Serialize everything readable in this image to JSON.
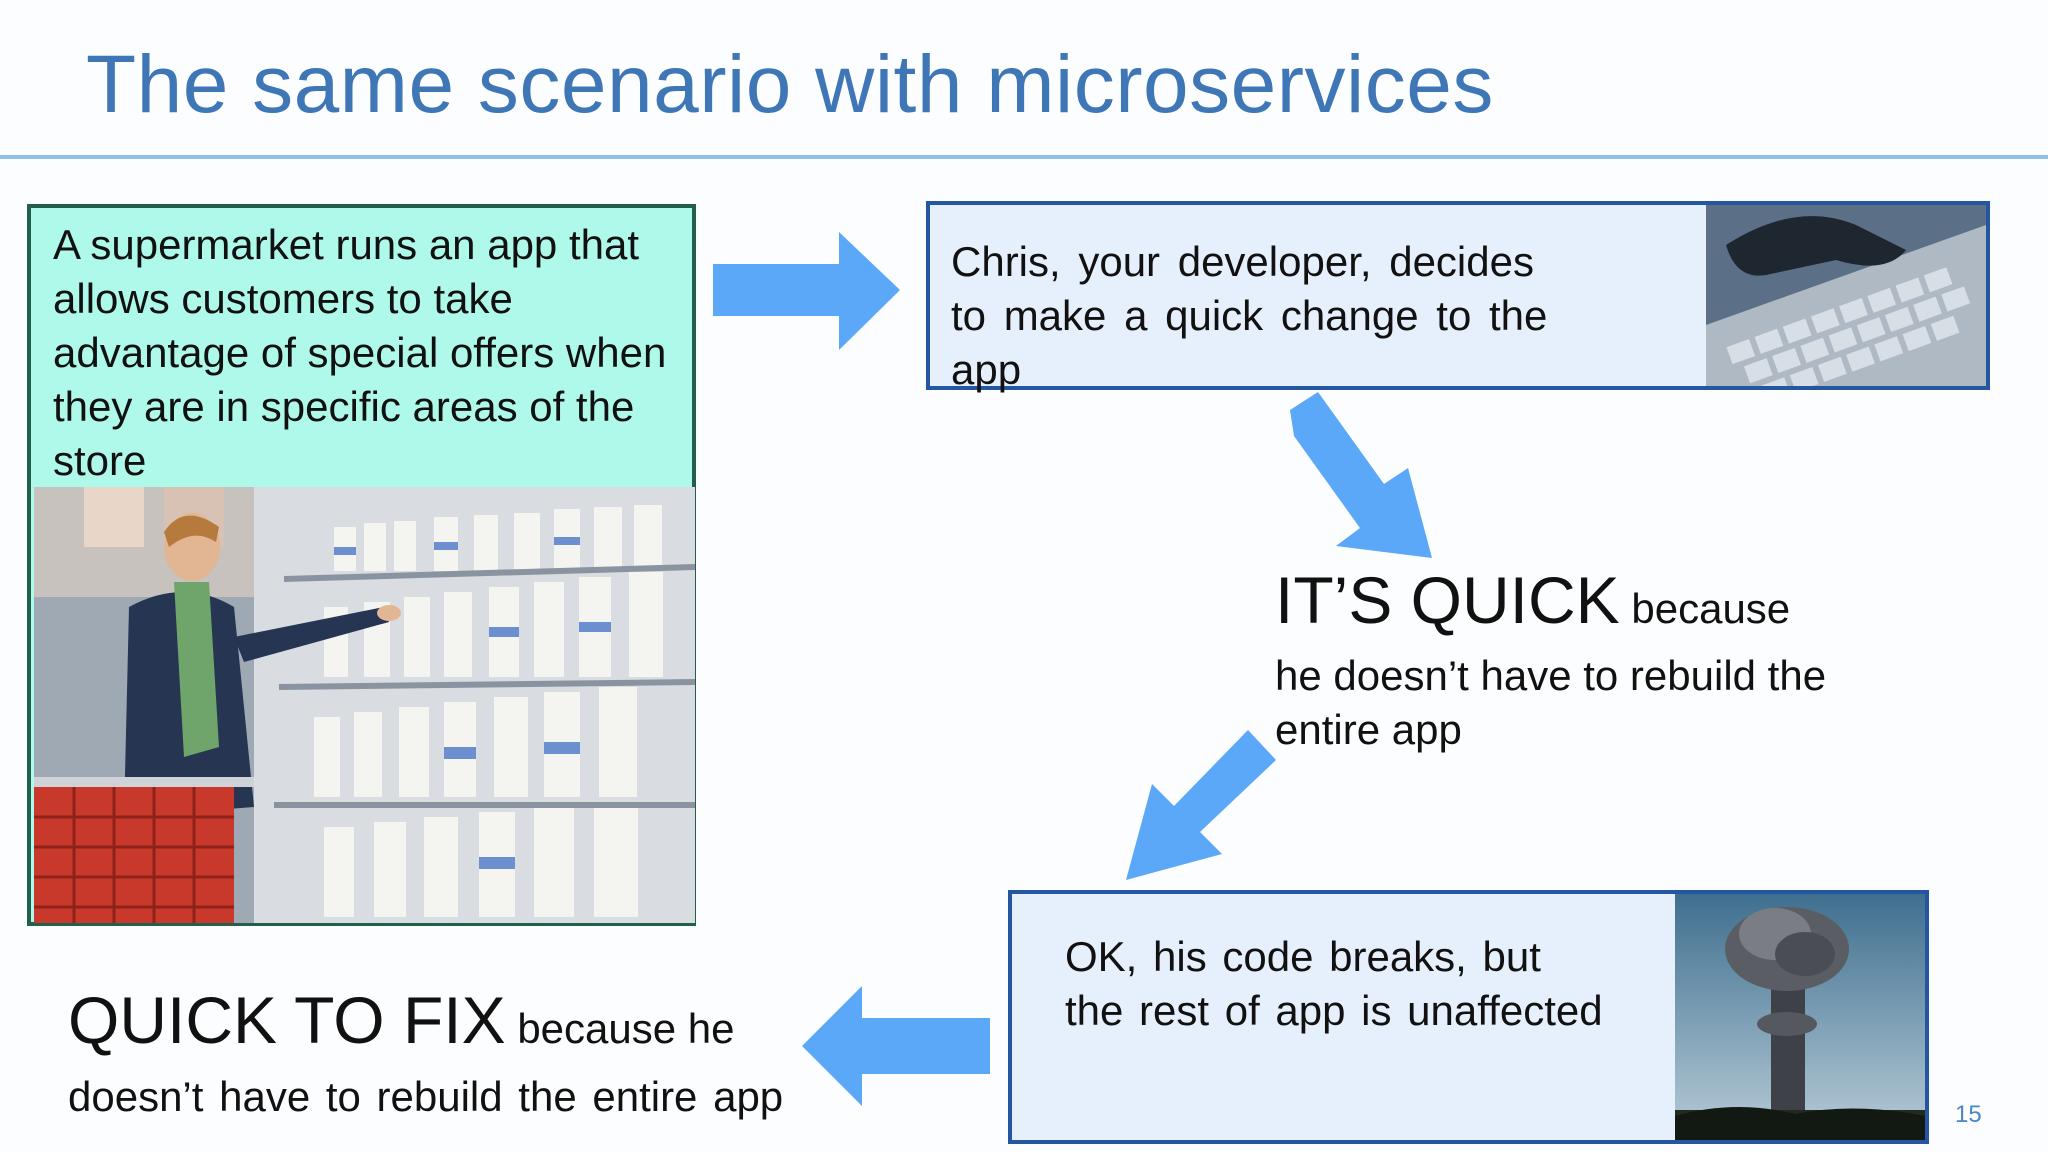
{
  "slide": {
    "title": "The same scenario with microservices",
    "page_number": "15"
  },
  "box1": {
    "text": "A supermarket runs an app that allows customers to take advantage of special offers when they are in specific areas of the store"
  },
  "box2": {
    "text": "Chris, your developer, decides to make a quick change to the app"
  },
  "quick": {
    "big": "IT’S QUICK",
    "small": "because",
    "rest": "he doesn’t have to rebuild the entire app"
  },
  "box3": {
    "text": "OK, his code breaks, but the rest of app is unaffected"
  },
  "fix": {
    "big": "QUICK TO FIX",
    "small": "because he",
    "rest": "doesn’t have to rebuild the entire app"
  },
  "colors": {
    "title": "#3f76b6",
    "arrow": "#5aa8f7",
    "box1_fill": "#aef9ea",
    "box1_border": "#23604b",
    "box_fill": "#e6f0fc",
    "box_border": "#24579f"
  },
  "images": {
    "supermarket": "woman-shopping-photo",
    "keyboard": "hand-on-keyboard-photo",
    "explosion": "mushroom-cloud-photo"
  }
}
